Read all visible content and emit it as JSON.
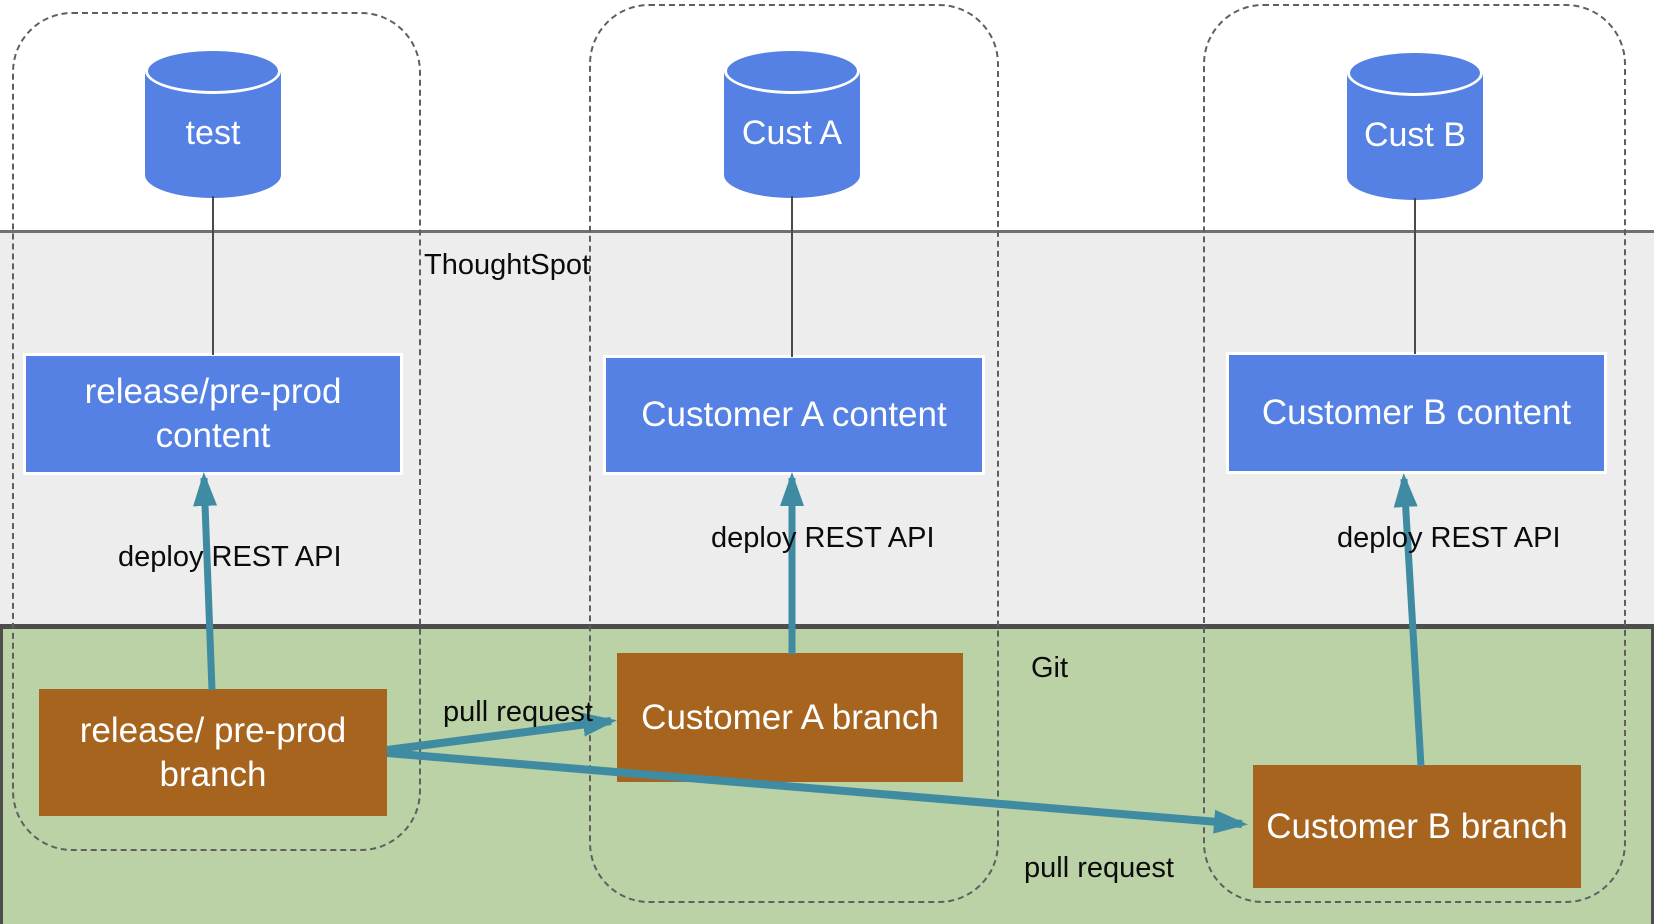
{
  "diagram": {
    "title_hint": "Git-based deployment of ThoughtSpot content to customer environments",
    "regions": {
      "thoughtspot": {
        "label": "ThoughtSpot"
      },
      "git": {
        "label": "Git"
      }
    },
    "columns": [
      {
        "env": {
          "label": "test"
        },
        "content": {
          "lines": [
            "release/pre-prod",
            "content"
          ]
        },
        "branch": {
          "lines": [
            "release/ pre-prod",
            "branch"
          ]
        }
      },
      {
        "env": {
          "label": "Cust A"
        },
        "content": {
          "lines": [
            "Customer A content"
          ]
        },
        "branch": {
          "lines": [
            "Customer A branch"
          ]
        }
      },
      {
        "env": {
          "label": "Cust B"
        },
        "content": {
          "lines": [
            "Customer B content"
          ]
        },
        "branch": {
          "lines": [
            "Customer B branch"
          ]
        }
      }
    ],
    "edges": {
      "deploy1": {
        "from": "release/ pre-prod branch",
        "to": "release/pre-prod content",
        "label": "deploy REST API"
      },
      "deploy2": {
        "from": "Customer A branch",
        "to": "Customer A content",
        "label": "deploy REST API"
      },
      "deploy3": {
        "from": "Customer B branch",
        "to": "Customer B content",
        "label": "deploy REST API"
      },
      "pull_a": {
        "from": "release/ pre-prod branch",
        "to": "Customer A branch",
        "label": "pull request"
      },
      "pull_b": {
        "from": "release/ pre-prod branch",
        "to": "Customer B branch",
        "label": "pull request"
      }
    },
    "colors": {
      "node_blue": "#5481e3",
      "node_brown": "#a7641f",
      "band_gray": "#ededed",
      "band_green": "#bad2a6",
      "arrow_teal": "#3f8ba1"
    }
  }
}
